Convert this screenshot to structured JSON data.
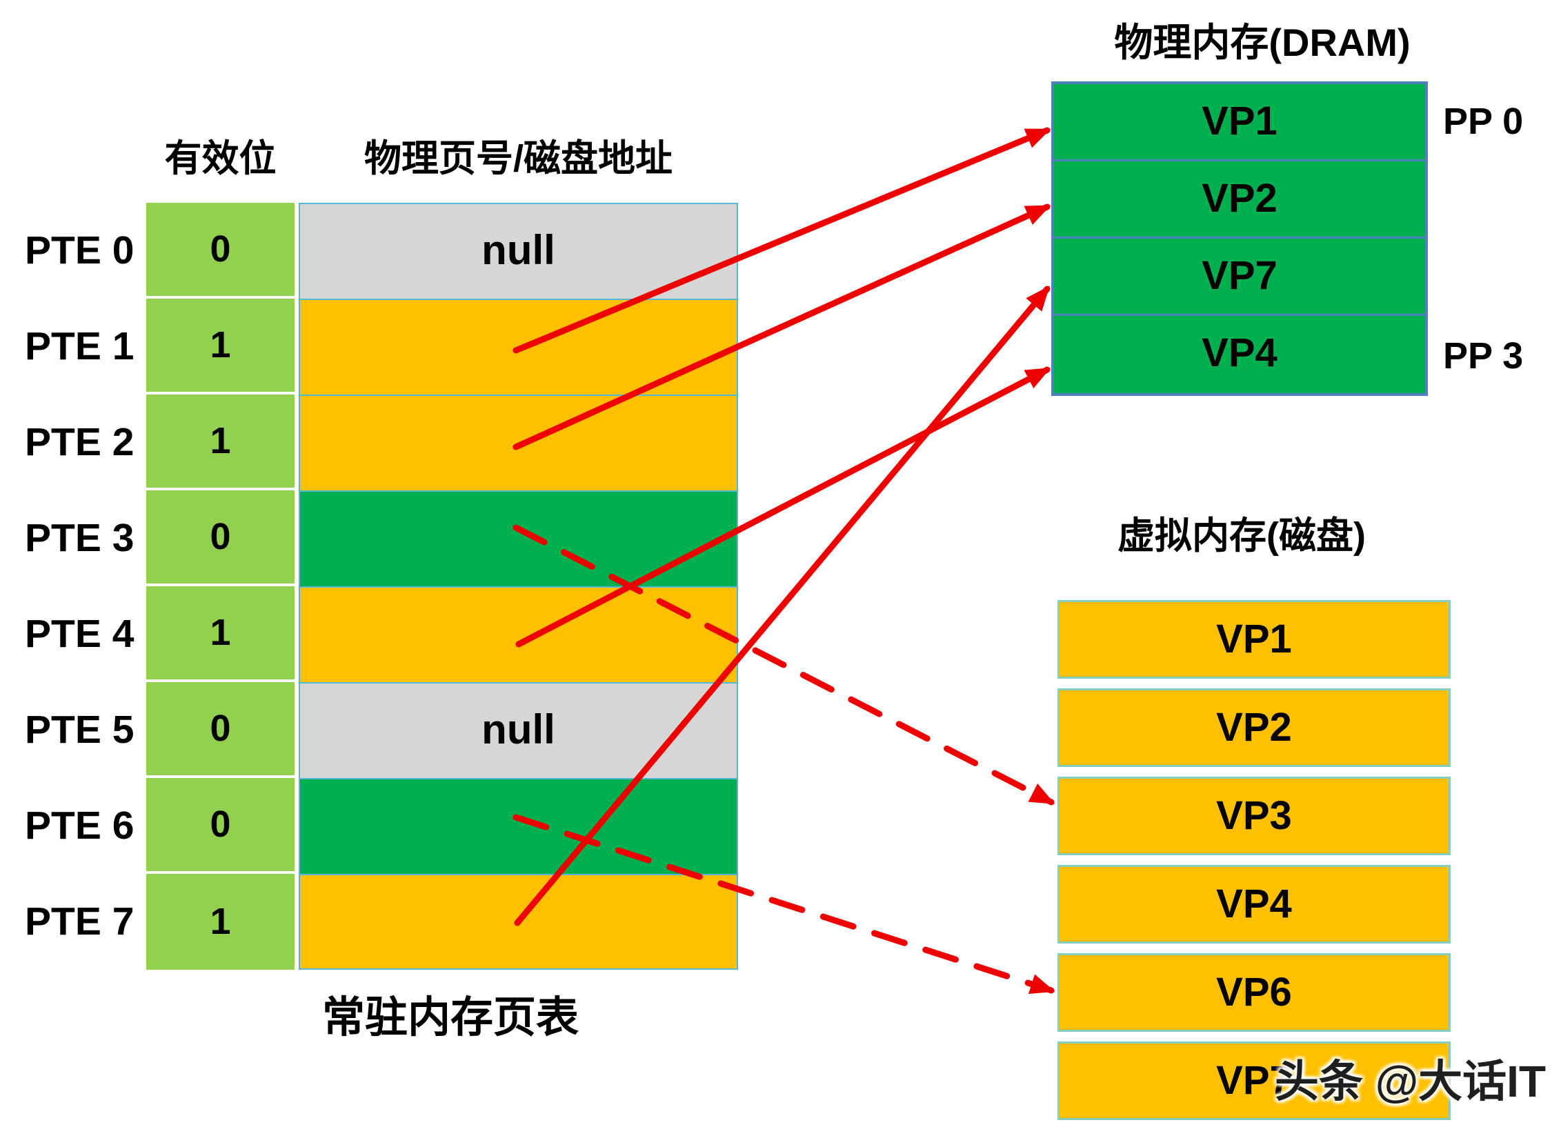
{
  "headers": {
    "valid_bit": "有效位",
    "address": "物理页号/磁盘地址"
  },
  "page_table": {
    "caption": "常驻内存页表",
    "rows": [
      {
        "label": "PTE 0",
        "valid": "0",
        "value": "null",
        "fill": "null-gray"
      },
      {
        "label": "PTE 1",
        "valid": "1",
        "value": "",
        "fill": "disk-yellow"
      },
      {
        "label": "PTE 2",
        "valid": "1",
        "value": "",
        "fill": "disk-yellow"
      },
      {
        "label": "PTE 3",
        "valid": "0",
        "value": "",
        "fill": "memory-green"
      },
      {
        "label": "PTE 4",
        "valid": "1",
        "value": "",
        "fill": "disk-yellow"
      },
      {
        "label": "PTE 5",
        "valid": "0",
        "value": "null",
        "fill": "null-gray"
      },
      {
        "label": "PTE 6",
        "valid": "0",
        "value": "",
        "fill": "memory-green"
      },
      {
        "label": "PTE 7",
        "valid": "1",
        "value": "",
        "fill": "disk-yellow"
      }
    ]
  },
  "dram": {
    "title": "物理内存(DRAM)",
    "rows": [
      {
        "label": "VP1"
      },
      {
        "label": "VP2"
      },
      {
        "label": "VP7"
      },
      {
        "label": "VP4"
      }
    ],
    "pp_labels": [
      {
        "label": "PP 0"
      },
      {
        "label": "PP 3"
      }
    ]
  },
  "disk": {
    "title": "虚拟内存(磁盘)",
    "boxes": [
      {
        "label": "VP1"
      },
      {
        "label": "VP2"
      },
      {
        "label": "VP3"
      },
      {
        "label": "VP4"
      },
      {
        "label": "VP6"
      },
      {
        "label": "VP7"
      }
    ]
  },
  "arrows": [
    {
      "from": "PTE 1",
      "to": "DRAM VP1",
      "style": "solid"
    },
    {
      "from": "PTE 2",
      "to": "DRAM VP2",
      "style": "solid"
    },
    {
      "from": "PTE 4",
      "to": "DRAM VP4",
      "style": "solid"
    },
    {
      "from": "PTE 7",
      "to": "DRAM VP7",
      "style": "solid"
    },
    {
      "from": "PTE 3",
      "to": "DISK VP3",
      "style": "dashed"
    },
    {
      "from": "PTE 6",
      "to": "DISK VP6",
      "style": "dashed"
    }
  ],
  "watermark": {
    "text": "头条 @大话IT"
  },
  "colors": {
    "valid_cell_green": "#92D050",
    "memory_green": "#00B050",
    "disk_yellow": "#FFC000",
    "null_gray": "#D6D6D6",
    "arrow_red": "#EE0000",
    "dram_border_blue": "#4F81BD",
    "table_border_cyan": "#55B7D6",
    "disk_border_teal": "#86CCC0"
  }
}
